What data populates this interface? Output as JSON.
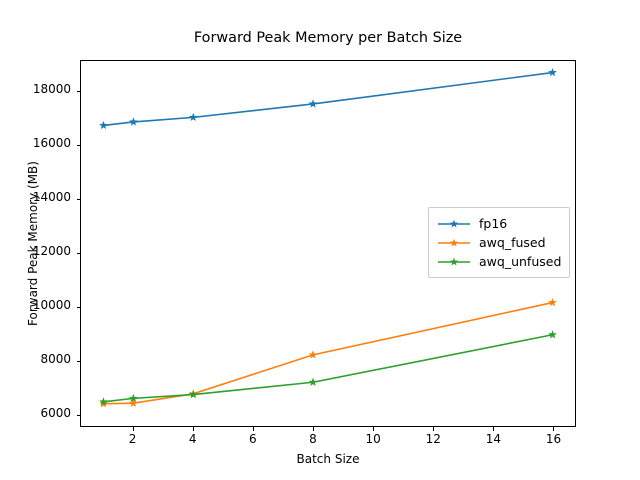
{
  "chart_data": {
    "type": "line",
    "title": "Forward Peak Memory per Batch Size",
    "xlabel": "Batch Size",
    "ylabel": "Forward Peak Memory (MB)",
    "x": [
      1,
      2,
      4,
      8,
      16
    ],
    "xlim": [
      0.25,
      16.75
    ],
    "ylim": [
      5550,
      19150
    ],
    "xticks": [
      2,
      4,
      6,
      8,
      10,
      12,
      14,
      16
    ],
    "xtick_labels": [
      "2",
      "4",
      "6",
      "8",
      "10",
      "12",
      "14",
      "16"
    ],
    "yticks": [
      6000,
      8000,
      10000,
      12000,
      14000,
      16000,
      18000
    ],
    "ytick_labels": [
      "6000",
      "8000",
      "10000",
      "12000",
      "14000",
      "16000",
      "18000"
    ],
    "grid": false,
    "legend_position": "center right",
    "marker": "star",
    "series": [
      {
        "name": "fp16",
        "color": "#1f77b4",
        "values": [
          16750,
          16880,
          17050,
          17550,
          18720
        ]
      },
      {
        "name": "awq_fused",
        "color": "#ff7f0e",
        "values": [
          6380,
          6400,
          6750,
          8200,
          10150
        ]
      },
      {
        "name": "awq_unfused",
        "color": "#2ca02c",
        "values": [
          6450,
          6580,
          6720,
          7180,
          8950
        ]
      }
    ]
  },
  "figure": {
    "background": "#ffffff",
    "axes_edge_color": "#000000"
  }
}
